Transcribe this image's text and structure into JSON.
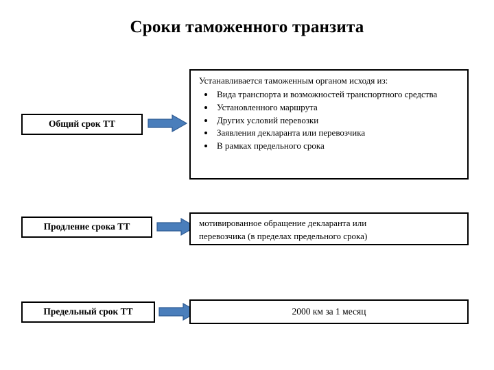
{
  "slide": {
    "title": "Сроки таможенного транзита",
    "background_color": "#ffffff",
    "text_color": "#000000",
    "accent_color": "#4a7ebb",
    "accent_outline_color": "#2f5c94"
  },
  "rows": [
    {
      "label": "Общий срок ТТ",
      "arrow_icon": "right-arrow-icon",
      "content": {
        "intro": "Устанавливается таможенным органом исходя из:",
        "bullets": [
          "Вида транспорта и возможностей транспортного средства",
          "Установленного маршрута",
          "Других условий перевозки",
          "Заявления декларанта или перевозчика",
          "В рамках предельного срока"
        ]
      }
    },
    {
      "label": "Продление срока ТТ",
      "arrow_icon": "right-arrow-icon",
      "content": {
        "lines": [
          "мотивированное обращение декларанта или",
          "перевозчика (в пределах предельного срока)"
        ]
      }
    },
    {
      "label": "Предельный срок ТТ",
      "arrow_icon": "right-arrow-icon",
      "content": {
        "value": "2000 км за 1 месяц"
      }
    }
  ]
}
